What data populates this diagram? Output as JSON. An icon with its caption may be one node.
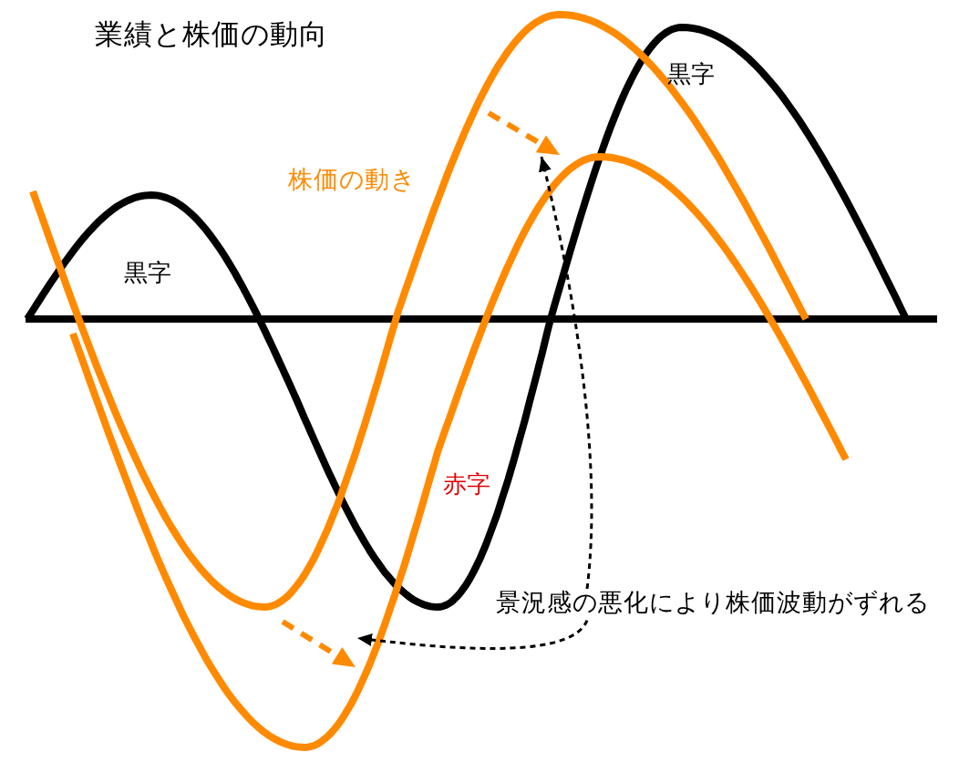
{
  "diagram": {
    "title": "業績と株価の動向",
    "nodes": [
      {
        "text": [],
        "shape": "arrow"
      },
      {
        "text": [
          "景況感の悪化により株価波動がずれる"
        ]
      },
      {
        "text": [],
        "shape": "arrow"
      }
    ],
    "edges": [
      {
        "from": 1,
        "to": 0,
        "arrow": "to",
        "style": "dashed"
      },
      {
        "from": 1,
        "to": 2,
        "arrow": "to",
        "style": "dashed"
      }
    ],
    "labels": [
      "黒字",
      "株価の動き",
      "黒字",
      "赤字"
    ]
  }
}
